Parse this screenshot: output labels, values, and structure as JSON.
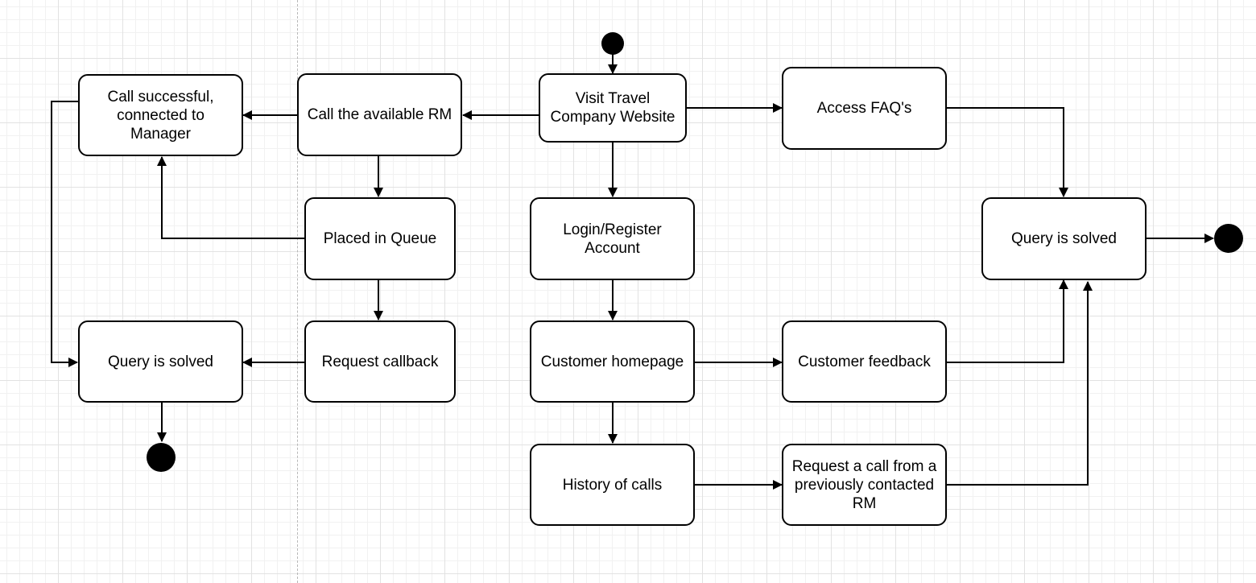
{
  "diagram": {
    "nodes": {
      "visit_website": "Visit Travel\nCompany Website",
      "call_rm": "Call the available RM",
      "call_successful": "Call successful,\nconnected to\nManager",
      "access_faq": "Access FAQ's",
      "placed_in_queue": "Placed in Queue",
      "login_register": "Login/Register\nAccount",
      "query_solved_right": "Query is solved",
      "query_solved_left": "Query is solved",
      "request_callback": "Request callback",
      "customer_homepage": "Customer homepage",
      "customer_feedback": "Customer feedback",
      "history_of_calls": "History of calls",
      "request_call_previous_rm": "Request a call from a\npreviously contacted\nRM"
    },
    "colors": {
      "stroke": "#000000",
      "node_fill": "#ffffff",
      "grid": "#e2e2e2"
    }
  }
}
